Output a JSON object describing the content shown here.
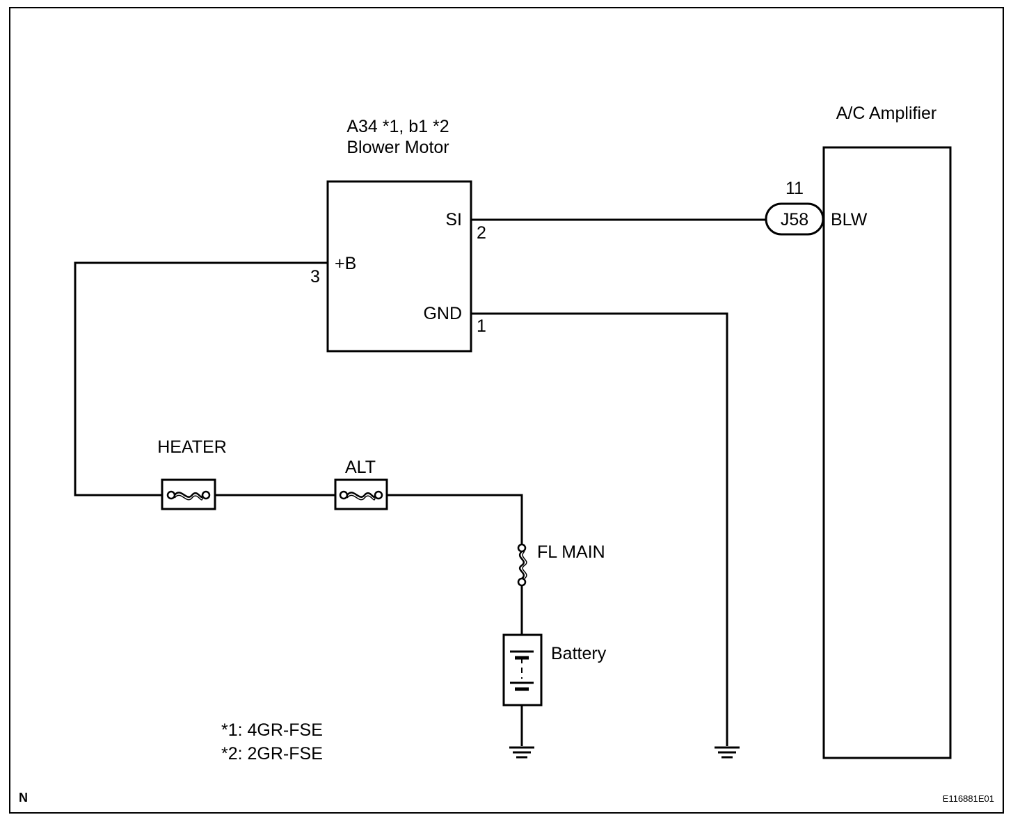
{
  "blower_motor": {
    "title_line1": "A34 *1, b1 *2",
    "title_line2": "Blower Motor",
    "pins": {
      "si": "SI",
      "si_num": "2",
      "b": "+B",
      "b_num": "3",
      "gnd": "GND",
      "gnd_num": "1"
    }
  },
  "amplifier": {
    "title": "A/C Amplifier",
    "pin_label": "BLW",
    "pin_num": "11",
    "connector": "J58"
  },
  "fuses": {
    "heater": "HEATER",
    "alt": "ALT",
    "fl_main": "FL MAIN"
  },
  "battery": {
    "label": "Battery"
  },
  "notes": [
    "*1: 4GR-FSE",
    "*2: 2GR-FSE"
  ],
  "footer": {
    "left": "N",
    "code": "E116881E01"
  }
}
